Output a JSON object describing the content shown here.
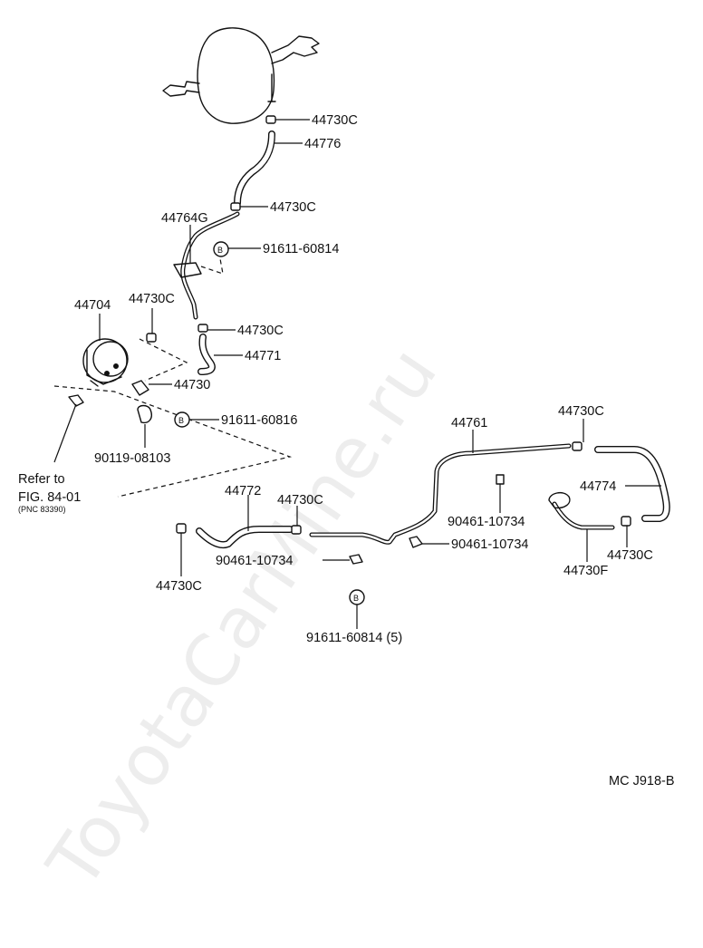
{
  "watermark": "ToyotaCarMine.ru",
  "diagram_code": "MC J918-B",
  "refer": {
    "line1": "Refer to",
    "line2": "FIG. 84-01",
    "line3": "(PNC 83390)"
  },
  "bolt_marker": "B",
  "parts": {
    "p44730c_1": "44730C",
    "p44776": "44776",
    "p44730c_2": "44730C",
    "p44764g": "44764G",
    "p91611_60814_top": "91611-60814",
    "p44704": "44704",
    "p44730c_3": "44730C",
    "p44730c_4": "44730C",
    "p44771": "44771",
    "p44730": "44730",
    "p91611_60816": "91611-60816",
    "p90119_08103": "90119-08103",
    "p44761": "44761",
    "p44730c_5": "44730C",
    "p44774": "44774",
    "p44772": "44772",
    "p44730c_6": "44730C",
    "p90461_10734_a": "90461-10734",
    "p90461_10734_b": "90461-10734",
    "p90461_10734_c": "90461-10734",
    "p44730c_7": "44730C",
    "p44730f": "44730F",
    "p44730c_8": "44730C",
    "p91611_60814_bottom": "91611-60814 (5)"
  }
}
